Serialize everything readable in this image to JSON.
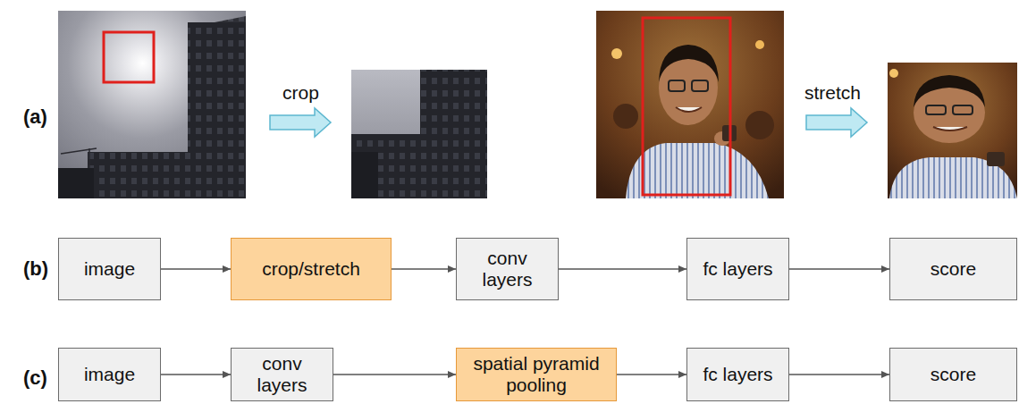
{
  "diagram": {
    "nodes": [
      {
        "text": [
          "image"
        ]
      },
      {
        "text": [
          "crop/stretch"
        ]
      },
      {
        "text": [
          "conv layers"
        ]
      },
      {
        "text": [
          "fc layers"
        ]
      },
      {
        "text": [
          "score"
        ]
      },
      {
        "text": [
          "image"
        ]
      },
      {
        "text": [
          "conv layers"
        ]
      },
      {
        "text": [
          "spatial pyramid pooling"
        ]
      },
      {
        "text": [
          "fc layers"
        ]
      },
      {
        "text": [
          "score"
        ]
      }
    ],
    "edges": [
      {
        "from": 0,
        "to": 1,
        "arrow": "to"
      },
      {
        "from": 1,
        "to": 2,
        "arrow": "to"
      },
      {
        "from": 2,
        "to": 3,
        "arrow": "to"
      },
      {
        "from": 3,
        "to": 4,
        "arrow": "to"
      },
      {
        "from": 5,
        "to": 6,
        "arrow": "to"
      },
      {
        "from": 6,
        "to": 7,
        "arrow": "to"
      },
      {
        "from": 7,
        "to": 8,
        "arrow": "to"
      },
      {
        "from": 8,
        "to": 9,
        "arrow": "to"
      }
    ],
    "labels": [
      "(a)",
      "(b)",
      "(c)",
      "crop",
      "stretch"
    ]
  }
}
